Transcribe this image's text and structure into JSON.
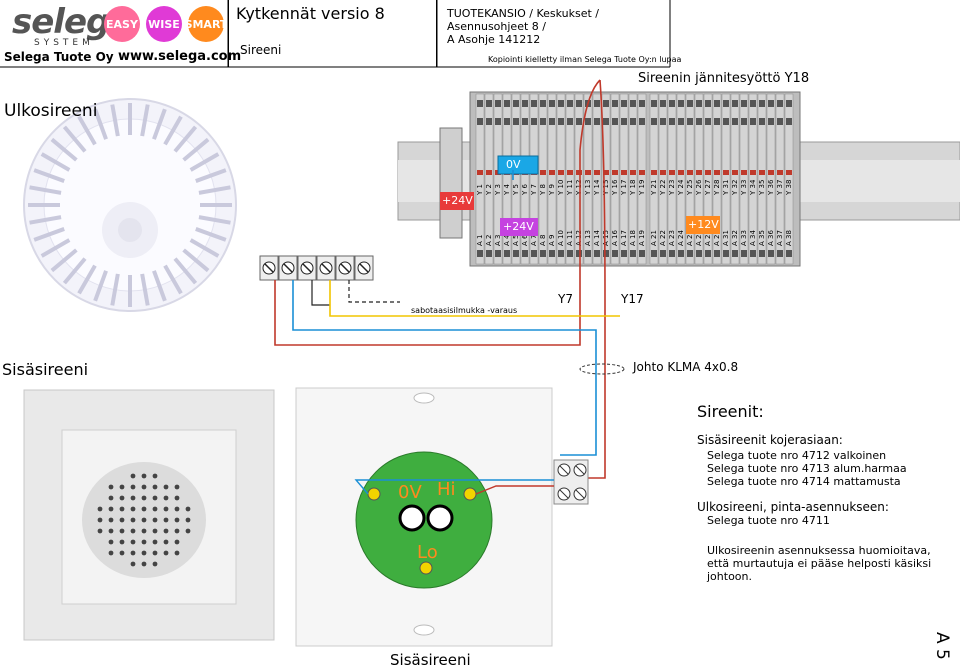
{
  "header": {
    "brand": "selega",
    "system": "SYSTEM",
    "badges": {
      "easy": "EASY",
      "wise": "WISE",
      "smart": "SMART"
    },
    "company": "Selega Tuote Oy",
    "website": "www.selega.com",
    "doc_title": "Kytkennät versio 8",
    "doc_subtitle": "Sireeni",
    "folder_line1": "TUOTEKANSIO / Keskukset /",
    "folder_line2": "Asennusohjeet 8 /",
    "folder_line3": "A Asohje 141212",
    "copyright": "Kopiointi kielletty ilman Selega Tuote Oy:n lupaa",
    "colors": {
      "easy": "#ff6b9a",
      "wise": "#e03ad6",
      "smart": "#ff8a1e"
    }
  },
  "sections": {
    "outdoor_title": "Ulkosireeni",
    "indoor_title": "Sisäsireeni",
    "indoor_caption": "Sisäsireeni",
    "page_number": "A 5"
  },
  "wiring": {
    "supply_label": "Sireenin jännitesyöttö Y18",
    "zero_v": "0V",
    "plus24_a": "+24V",
    "plus24_b": "+24V",
    "plus12": "+12V",
    "tamper_label": "sabotaasisilmukka -varaus",
    "y7": "Y7",
    "y17": "Y17",
    "cable_label": "Johto KLMA 4x0.8"
  },
  "terminals": {
    "group1_top": [
      "Y 1",
      "Y 2",
      "Y 3",
      "Y 4",
      "Y 5",
      "Y 6",
      "Y 7",
      "Y 8",
      "Y 9",
      "Y 10"
    ],
    "group1_bottom": [
      "A 1",
      "A 2",
      "A 3",
      "A 4",
      "A 5",
      "A 6",
      "A 7",
      "A 8",
      "A 9",
      "A 10"
    ],
    "group2_top": [
      "Y 11",
      "Y 12",
      "Y 13",
      "Y 14",
      "Y 15",
      "Y 16",
      "Y 17",
      "Y 18",
      "Y 19"
    ],
    "group2_bottom": [
      "A 11",
      "A 12",
      "A 13",
      "A 14",
      "A 15",
      "A 16",
      "A 17",
      "A 18",
      "A 19"
    ],
    "group3_top": [
      "Y 21",
      "Y 22",
      "Y 23",
      "Y 24",
      "Y 25",
      "Y 26",
      "Y 27",
      "Y 28"
    ],
    "group3_bottom": [
      "A 21",
      "A 22",
      "A 23",
      "A 24",
      "A 25",
      "A 26",
      "A 27",
      "A 28"
    ],
    "group4_top": [
      "Y 31",
      "Y 32",
      "Y 33",
      "Y 34",
      "Y 35",
      "Y 36",
      "Y 37",
      "Y 38"
    ],
    "group4_bottom": [
      "A 31",
      "A 32",
      "A 33",
      "A 34",
      "A 35",
      "A 36",
      "A 37",
      "A 38"
    ]
  },
  "siren_board": {
    "zero_v": "0V",
    "hi": "Hi",
    "lo": "Lo"
  },
  "info": {
    "heading": "Sireenit:",
    "indoor_heading": "Sisäsireenit kojerasiaan:",
    "indoor_items": [
      "Selega tuote nro 4712 valkoinen",
      "Selega tuote nro 4713 alum.harmaa",
      "Selega tuote nro 4714 mattamusta"
    ],
    "outdoor_heading": "Ulkosireeni, pinta-asennukseen:",
    "outdoor_items": [
      "Selega tuote nro 4711"
    ],
    "note": [
      "Ulkosireenin asennuksessa huomioitava,",
      "että murtautuja ei pääse helposti käsiksi",
      "johtoon."
    ]
  }
}
